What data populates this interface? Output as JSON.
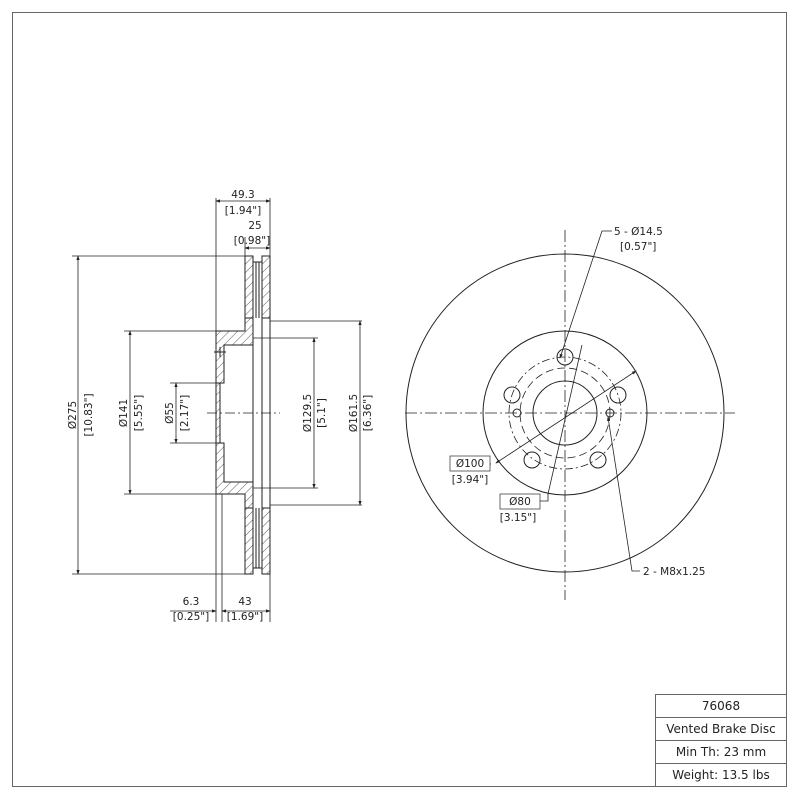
{
  "drawing": {
    "type": "Vented Brake Disc technical drawing",
    "side_view": {
      "overall_height": {
        "mm": "49.3",
        "in": "[1.94\"]"
      },
      "disc_thickness": {
        "mm": "25",
        "in": "[0.98\"]"
      },
      "outer_diameter": {
        "mm": "Ø275",
        "in": "[10.83\"]"
      },
      "hat_diameter": {
        "mm": "Ø141",
        "in": "[5.55\"]"
      },
      "center_bore": {
        "mm": "Ø55",
        "in": "[2.17\"]"
      },
      "inner_diameter_a": {
        "mm": "Ø129.5",
        "in": "[5.1\"]"
      },
      "inner_diameter_b": {
        "mm": "Ø161.5",
        "in": "[6.36\"]"
      },
      "hat_thickness": {
        "mm": "6.3",
        "in": "[0.25\"]"
      },
      "hat_depth": {
        "mm": "43",
        "in": "[1.69\"]"
      }
    },
    "front_view": {
      "bolt_holes": {
        "mm": "5 - Ø14.5",
        "in": "[0.57\"]"
      },
      "bolt_circle": {
        "mm": "Ø100",
        "in": "[3.94\"]"
      },
      "pilot_circle": {
        "mm": "Ø80",
        "in": "[3.15\"]"
      },
      "threaded_holes": "2 - M8x1.25"
    }
  },
  "title_block": {
    "part_number": "76068",
    "description": "Vented Brake Disc",
    "min_thickness": "Min Th: 23 mm",
    "weight": "Weight: 13.5 lbs"
  }
}
